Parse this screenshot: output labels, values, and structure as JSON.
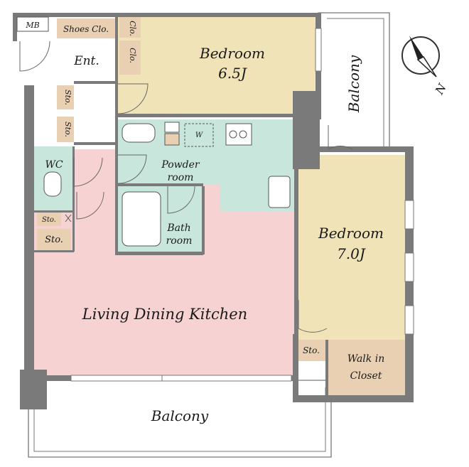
{
  "rooms": {
    "mb": "MB",
    "shoes_closet": "Shoes Clo.",
    "entrance": "Ent.",
    "closet_a": "Clo.",
    "closet_b": "Clo.",
    "bedroom1_name": "Bedroom",
    "bedroom1_size": "6.5J",
    "storage_a": "Sto.",
    "storage_b": "Sto.",
    "wc": "WC",
    "storage_small": "Sto.",
    "storage_c": "Sto.",
    "washer": "W",
    "powder_line1": "Powder",
    "powder_line2": "room",
    "bath_line1": "Bath",
    "bath_line2": "room",
    "ldk": "Living Dining Kitchen",
    "bedroom2_name": "Bedroom",
    "bedroom2_size": "7.0J",
    "storage_d": "Sto.",
    "walkin_line1": "Walk in",
    "walkin_line2": "Closet",
    "balcony_south": "Balcony",
    "balcony_east": "Balcony"
  },
  "compass": {
    "north_label": "N",
    "icon": "north-arrow-icon"
  },
  "colors": {
    "bedroom": "#f1e3b8",
    "ldk": "#f6d3d2",
    "wet": "#c8e6dc",
    "storage": "#ead0b3",
    "wall": "#7a7a7a"
  }
}
